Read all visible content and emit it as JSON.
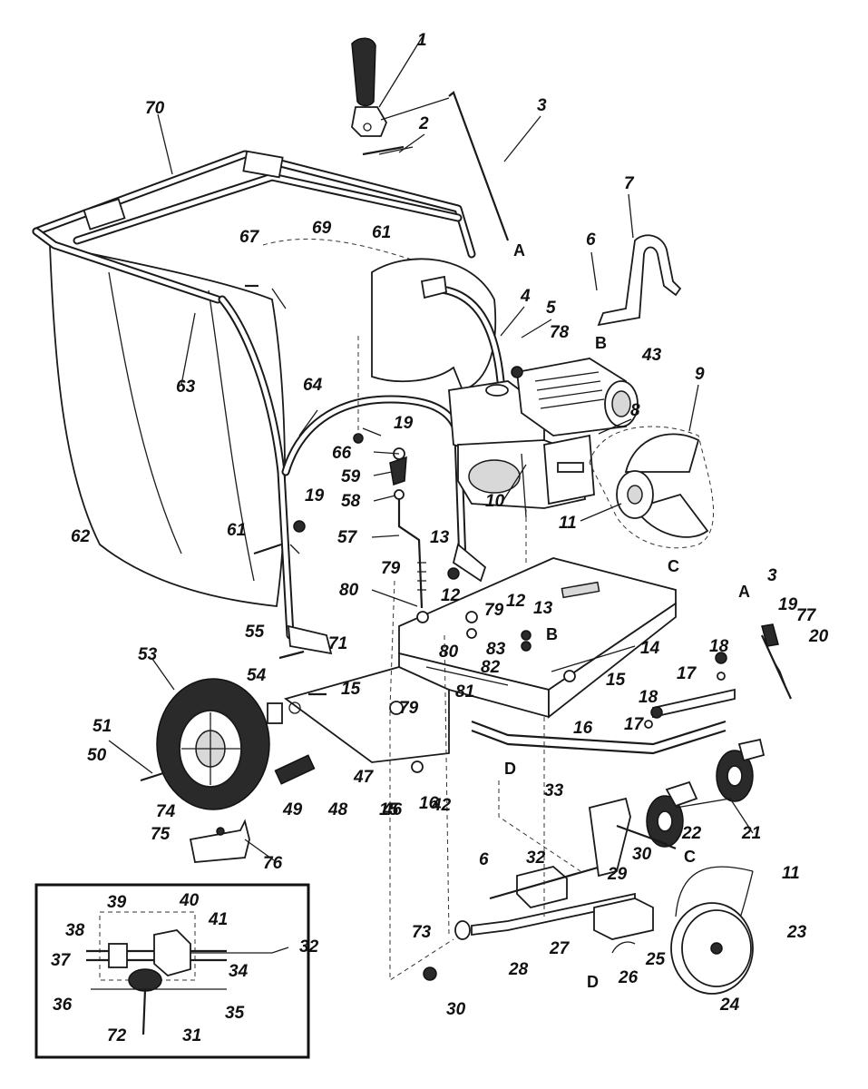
{
  "diagram": {
    "part_numbers": [
      "1",
      "2",
      "3",
      "4",
      "5",
      "6",
      "7",
      "8",
      "9",
      "10",
      "11",
      "12",
      "13",
      "14",
      "15",
      "16",
      "17",
      "18",
      "19",
      "20",
      "21",
      "22",
      "23",
      "24",
      "25",
      "26",
      "27",
      "28",
      "29",
      "30",
      "31",
      "32",
      "33",
      "34",
      "35",
      "36",
      "37",
      "38",
      "39",
      "40",
      "41",
      "42",
      "43",
      "46",
      "47",
      "48",
      "49",
      "50",
      "51",
      "53",
      "54",
      "55",
      "57",
      "58",
      "59",
      "61",
      "62",
      "63",
      "64",
      "66",
      "67",
      "69",
      "70",
      "71",
      "72",
      "73",
      "74",
      "75",
      "76",
      "77",
      "78",
      "79",
      "80",
      "81",
      "82",
      "83"
    ],
    "letters": [
      "A",
      "B",
      "C",
      "D"
    ],
    "inset_label": "32"
  }
}
